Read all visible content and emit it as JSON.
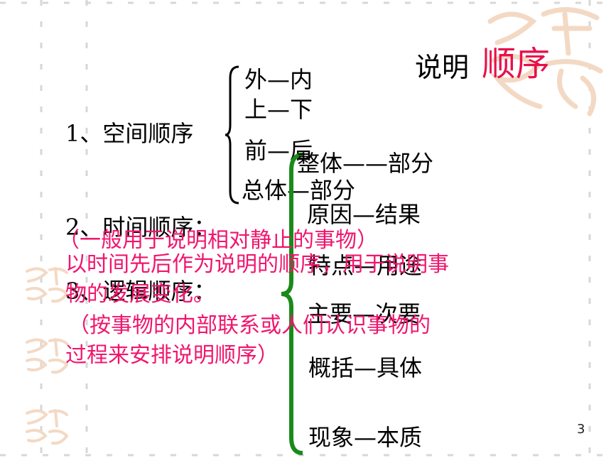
{
  "title": {
    "part1": "说明",
    "part2": "顺序"
  },
  "spatial": {
    "heading": "1、空间顺序",
    "items": [
      "外—内",
      "上—下",
      "前—后",
      "总体—部分"
    ]
  },
  "temporal": {
    "heading": "2、时间顺序："
  },
  "logical": {
    "heading": "3、逻辑顺序：",
    "items": [
      "整体——部分",
      "原因—结果",
      "特点—用途",
      "主要—次要",
      "概括—具体",
      "现象—本质"
    ]
  },
  "notes": {
    "spatial_note": "（一般用于说明相对静止的事物）",
    "temporal_note_line1": "以时间先后作为说明的顺序，用于说明事",
    "temporal_note_line2": "物的发展变化。",
    "logical_note_line1": "（按事物的内部联系或人们认识事物的",
    "logical_note_line2": "过程来安排说明顺序）"
  },
  "page_number": "3",
  "colors": {
    "pink": "#f0166e",
    "title_red": "#e8104a",
    "brace_green": "#1a8a1a",
    "decor": "#f3d9c4"
  }
}
